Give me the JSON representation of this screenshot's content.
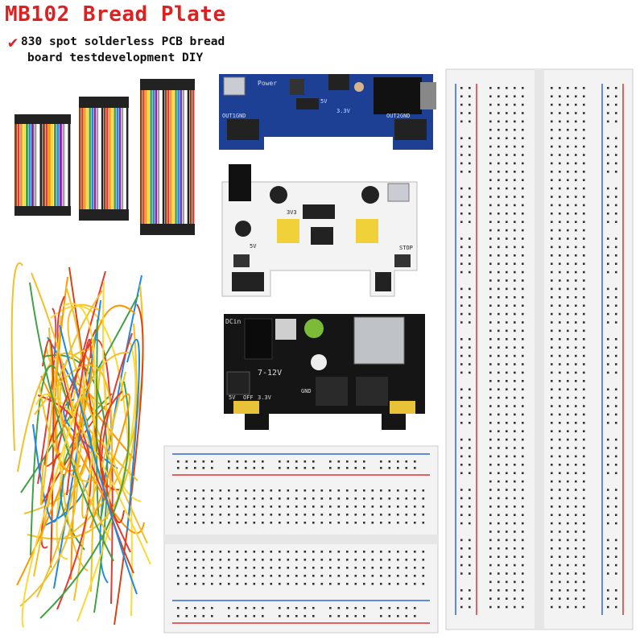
{
  "title": "MB102 Bread Plate",
  "subtitle": {
    "line1": "830 spot solderless PCB bread",
    "line2": "board testdevelopment DIY"
  },
  "check_icon": "checkmark-icon",
  "blue_module": {
    "label_power": "Power",
    "label_out1": "OUT1GND",
    "label_out2": "OUT2GND",
    "label_5v": "5V",
    "label_33v": "3.3V"
  },
  "white_module": {
    "label_3v3": "3V3",
    "label_5v": "5V",
    "label_stop": "STOP"
  },
  "black_module": {
    "label_dcin": "DCin",
    "label_712v": "7-12V",
    "label_5v": "5V",
    "label_off": "OFF",
    "label_33v": "3.3V",
    "label_gnd": "GND"
  },
  "colors": {
    "title_red": "#e02020",
    "board_white": "#f3f3f3",
    "rail_red": "#d33",
    "rail_blue": "#36c",
    "pcb_blue": "#1a3a8f",
    "pcb_black": "#151515"
  }
}
